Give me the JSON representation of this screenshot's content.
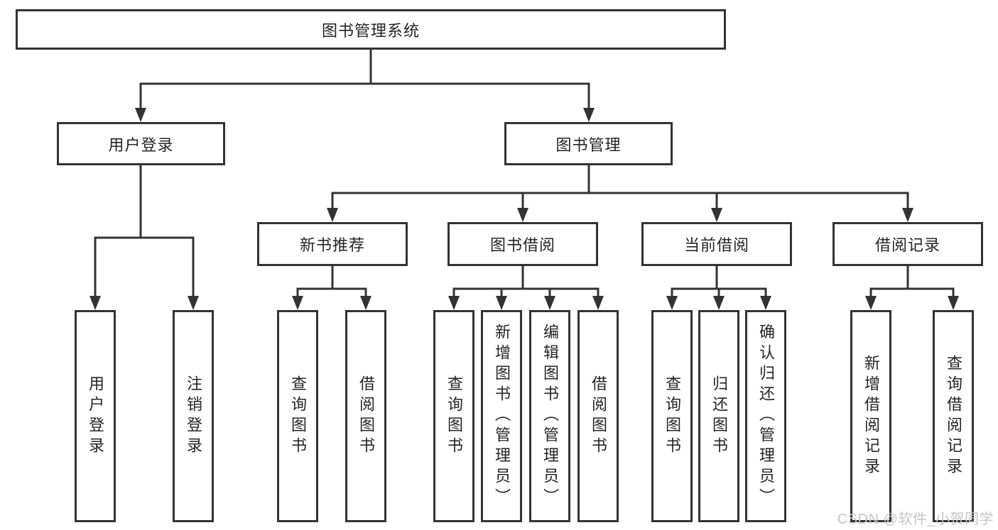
{
  "colors": {
    "background": "#ffffff",
    "line": "#333333",
    "box_border": "#333333",
    "text": "#252525",
    "watermark": "#c5c5c5"
  },
  "nodes": {
    "root": "图书管理系统",
    "user_login": "用户登录",
    "book_management": "图书管理",
    "new_book_recommend": "新书推荐",
    "book_borrowing": "图书借阅",
    "current_borrowing": "当前借阅",
    "borrowing_records": "借阅记录",
    "leaves": {
      "user_login": "用户登录",
      "logout": "注销登录",
      "query_books_recommend": "查询图书",
      "borrow_books_recommend": "借阅图书",
      "query_books_borrowing": "查询图书",
      "add_books_admin": "新增图书（管理员）",
      "edit_books_admin": "编辑图书（管理员）",
      "borrow_books_borrowing": "借阅图书",
      "query_books_current": "查询图书",
      "return_books": "归还图书",
      "confirm_return_admin": "确认归还（管理员）",
      "add_borrow_record": "新增借阅记录",
      "query_borrow_record": "查询借阅记录"
    }
  },
  "watermark": "CSDN @软件_小贺同学"
}
